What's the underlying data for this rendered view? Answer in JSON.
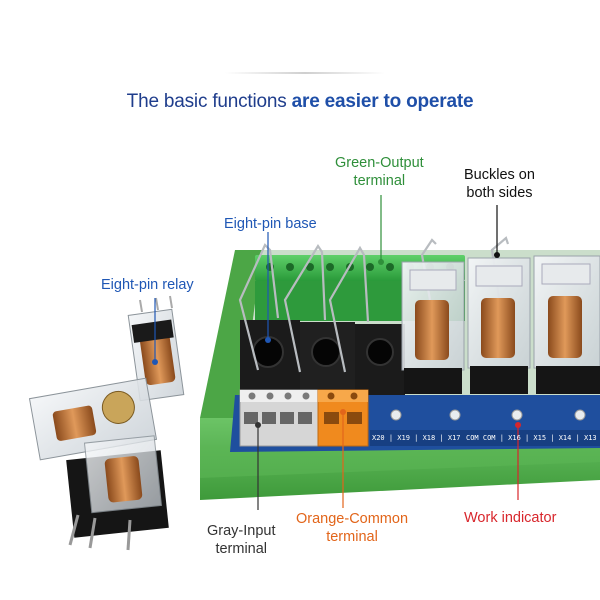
{
  "headline": {
    "normal": "The basic functions ",
    "bold": "are easier to operate"
  },
  "callouts": {
    "green_output_line1": "Green-Output",
    "green_output_line2": "terminal",
    "buckles_line1": "Buckles on",
    "buckles_line2": "both sides",
    "eight_pin_base": "Eight-pin base",
    "eight_pin_relay": "Eight-pin relay",
    "gray_input_line1": "Gray-Input",
    "gray_input_line2": "terminal",
    "orange_common_line1": "Orange-Common",
    "orange_common_line2": "terminal",
    "work_indicator": "Work indicator"
  },
  "board_labels": {
    "left": "X20 | X19 | X18 | X17",
    "middle": "COM COM | X16 | X15 | X14 | X13"
  },
  "colors": {
    "headline": "#1f3d8c",
    "green_label": "#2f8f3a",
    "blue_label": "#1f57b5",
    "orange_label": "#e2651a",
    "red_label": "#d8262c",
    "rail_green": "#4fb04a",
    "terminal_green": "#37b54a",
    "terminal_orange": "#f08a1e",
    "terminal_gray": "#d8d8d8",
    "pcb_blue": "#1f4f9e"
  }
}
